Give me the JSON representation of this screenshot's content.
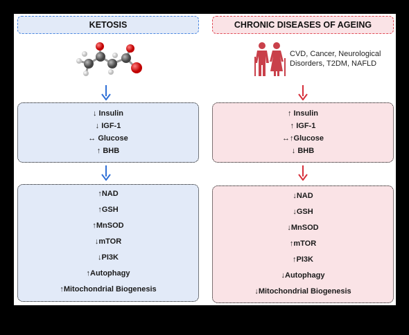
{
  "left": {
    "title": "KETOSIS",
    "box1": [
      "↓ Insulin",
      "↓ IGF-1",
      "↔ Glucose",
      "↑ BHB"
    ],
    "box2": [
      "↑NAD",
      "↑GSH",
      "↑MnSOD",
      "↓mTOR",
      "↓PI3K",
      "↑Autophagy",
      "↑Mitochondrial Biogenesis"
    ]
  },
  "right": {
    "title": "CHRONIC DISEASES OF AGEING",
    "diseases_line1": "CVD, Cancer, Neurological",
    "diseases_line2": "Disorders, T2DM, NAFLD",
    "box1": [
      "↑ Insulin",
      "↑ IGF-1",
      "↔↑Glucose",
      "↓ BHB"
    ],
    "box2": [
      "↓NAD",
      "↓GSH",
      "↓MnSOD",
      "↑mTOR",
      "↑PI3K",
      "↓Autophagy",
      "↓Mitochondrial Biogenesis"
    ]
  },
  "colors": {
    "blue": "#4a86e0",
    "red": "#e04a55",
    "blue_fill": "#e2eaf8",
    "red_fill": "#fae3e6"
  },
  "icons": {
    "molecule": "bhb-molecule-icon",
    "elderly": "elderly-couple-icon"
  }
}
